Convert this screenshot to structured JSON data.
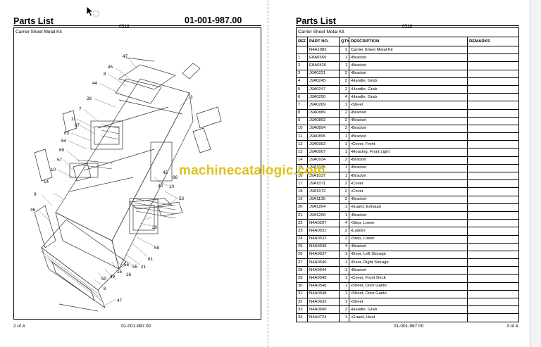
{
  "left_page": {
    "title": "Parts List",
    "code": "0518",
    "doc_number": "01-001-987.00",
    "kit_title": "Carrier Sheet Metal Kit",
    "footer_left": "2 of 4",
    "footer_center": "01-001-987.00",
    "callouts": [
      "47",
      "45",
      "8",
      "44",
      "28",
      "7",
      "3",
      "11",
      "67",
      "63",
      "64",
      "69",
      "57",
      "10",
      "9",
      "14",
      "46",
      "66",
      "10",
      "40",
      "45",
      "53",
      "20",
      "59",
      "61",
      "21",
      "55",
      "56",
      "15",
      "16",
      "49",
      "50",
      "8",
      "47"
    ]
  },
  "right_page": {
    "title": "Parts List",
    "code": "0518",
    "kit_title": "Carrier Sheet Metal Kit",
    "footer_center": "01-001-987.00",
    "footer_right": "3 of 4",
    "table": {
      "headers": [
        "REF",
        "PART NO.",
        "QTY",
        "DESCRIPTION",
        "REMARKS"
      ],
      "rows": [
        [
          "",
          "N4A1083",
          "1",
          "Carrier Sheet Metal Kit",
          ""
        ],
        [
          "1",
          "E8A0365",
          "1",
          "•Bracket",
          ""
        ],
        [
          "2",
          "E8A0426",
          "1",
          "•Bracket",
          ""
        ],
        [
          "3",
          "J6A0221",
          "2",
          "•Bracket",
          ""
        ],
        [
          "4",
          "J9A0245",
          "2",
          "•Handle, Grab",
          ""
        ],
        [
          "5",
          "J9A0247",
          "2",
          "•Handle, Grab",
          ""
        ],
        [
          "6",
          "J9A0250",
          "4",
          "•Handle, Grab",
          ""
        ],
        [
          "7",
          "J9A0269",
          "1",
          "•Sheet",
          ""
        ],
        [
          "8",
          "J9A0889",
          "2",
          "•Bracket",
          ""
        ],
        [
          "9",
          "J9A0892",
          "2",
          "•Bracket",
          ""
        ],
        [
          "10",
          "J9A0894",
          "2",
          "•Bracket",
          ""
        ],
        [
          "11",
          "J9A0895",
          "1",
          "•Bracket",
          ""
        ],
        [
          "12",
          "J9A0902",
          "1",
          "•Cover, Front",
          ""
        ],
        [
          "13",
          "J9A0907",
          "1",
          "•Housing, Front Light",
          ""
        ],
        [
          "14",
          "J9A0934",
          "2",
          "•Bracket",
          ""
        ],
        [
          "15",
          "J9A1035",
          "1",
          "•Bracket",
          ""
        ],
        [
          "16",
          "J9A1037",
          "1",
          "•Bracket",
          ""
        ],
        [
          "17",
          "J9A1071",
          "2",
          "•Cover",
          ""
        ],
        [
          "18",
          "J9A1072",
          "2",
          "•Cover",
          ""
        ],
        [
          "19",
          "J9A1130",
          "2",
          "•Bracket",
          ""
        ],
        [
          "20",
          "J9A1204",
          "1",
          "•Guard, Exhaust",
          ""
        ],
        [
          "21",
          "J9A1206",
          "1",
          "•Bracket",
          ""
        ],
        [
          "22",
          "N4A0297",
          "4",
          "•Step, Lower",
          ""
        ],
        [
          "23",
          "N4A0531",
          "2",
          "•Ladder",
          ""
        ],
        [
          "24",
          "N4A0532",
          "2",
          "•Step, Lower",
          ""
        ],
        [
          "25",
          "N4A0536",
          "4",
          "•Bracket",
          ""
        ],
        [
          "26",
          "N4A0537",
          "1",
          "•Door, Left Storage",
          ""
        ],
        [
          "27",
          "N4A0540",
          "1",
          "•Door, Right Storage",
          ""
        ],
        [
          "28",
          "N4A0544",
          "1",
          "•Bracket",
          ""
        ],
        [
          "29",
          "N4A0545",
          "1",
          "•Cover, Front Deck",
          ""
        ],
        [
          "30",
          "N4A0546",
          "1",
          "•Sheet, Door Guide",
          ""
        ],
        [
          "31",
          "N4A0548",
          "1",
          "•Sheet, Door Guide",
          ""
        ],
        [
          "32",
          "N4A0632",
          "1",
          "•Sheet",
          ""
        ],
        [
          "33",
          "N4A0690",
          "2",
          "•Handle, Grab",
          ""
        ],
        [
          "34",
          "N4A0724",
          "1",
          "•Guard, Heat",
          ""
        ]
      ]
    }
  },
  "watermark": "machinecatalogic.com"
}
